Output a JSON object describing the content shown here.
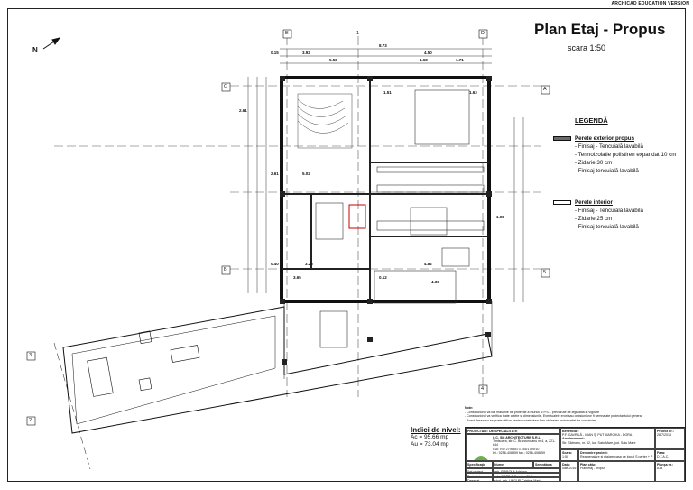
{
  "sheet": {
    "edition": "ARCHICAD EDUCATION VERSION",
    "title": "Plan Etaj - Propus",
    "scale": "scara 1:50"
  },
  "legend": {
    "title": "LEGENDĂ",
    "exterior": {
      "heading": "Perete exterior propus",
      "items": [
        "- Finisaj - Tencuială lavabilă",
        "- Termoizolatie polistiren expandat 10 cm",
        "- Zidarie 30 cm",
        "- Finisaj tencuială lavabilă"
      ]
    },
    "interior": {
      "heading": "Perete interior",
      "items": [
        "- Finisaj - Tencuială lavabilă",
        "- Zidarie 25 cm",
        "- Finisaj tencuială lavabilă"
      ]
    }
  },
  "level": {
    "heading": "Indici de nivel:",
    "ac": "Ac = 95.66 mp",
    "au": "Au = 73.04 mp"
  },
  "notes": {
    "heading": "Note:",
    "lines": [
      "- Constructorul va lua masurile de protectie a muncii si P.S.I. prevazute de legislatia in vigoare",
      "- Constructorul va verifica toate cotele si dimensiunile. Eventualele erori sau omisiuni vor fi semnalate proiectantului general",
      "- Acest desen nu se poate utiliza pentru construirea fara obtinerea autorizatiei de construire"
    ]
  },
  "title_block": {
    "designer_label": "PROIECTANT DE SPECIALITATE",
    "company": "S.C. SM ARCHITECTURE S.R.L.",
    "address": "Timisoara, str. C. Brancoveanu nr.4, a, 221-844",
    "cui": "CUI: RO 27958473",
    "reg": "J35/1739/10",
    "tel": "tel.: 0256-408859",
    "fax": "fax.: 0256-408859",
    "beneficiary_label": "Beneficiar:",
    "beneficiary": "P.F. GAVRILĂ - IOAN ŞI PUT MARCIKA - DORA",
    "location_label": "Amplasament:",
    "location": "Str. Sătmaru, nr. 62, loc. Satu Mare, jud. Satu Mare",
    "project_no_label": "Proiect nr.:",
    "project_no": "28/7/2016",
    "spec_label": "Specificaţie",
    "name_label": "Nume",
    "signature_label": "Semnătura",
    "scale_label": "Scara:",
    "scale_value": "1:50",
    "project_title_label": "Denumire proiect:",
    "project_title": "Reamenajare şi etajare casa de locuit S parter + P",
    "phase_label": "Faza:",
    "phase_value": "D.T.A.C.",
    "chief_label": "Sef proiect",
    "chief_name": "arh. PRIBOLA Adriana",
    "designed_label": "Proiectat",
    "designed_name": "arh. CORB B.Bogdan Ştefan",
    "drawn_label": "Desenat",
    "drawn_name": "stud. arh. UNGUR Cristina Maria",
    "date_label": "Data:",
    "date_value": "iulie 2016",
    "drawing_label": "Plan cătu:",
    "drawing_name": "Plan etaj - propus",
    "sheet_label": "Planşa nr.:",
    "sheet_no": "A14"
  },
  "grid_labels": [
    "E",
    "D",
    "C",
    "B",
    "A",
    "5",
    "4",
    "3",
    "2",
    "1"
  ],
  "dimensions": [
    "8.73",
    "3.92",
    "4.50",
    "0.15",
    "5.58",
    "1.68",
    "1.71",
    "2.61",
    "1.51",
    "5.02",
    "4.30",
    "3.65",
    "0.12",
    "1.08",
    "0.40",
    "2.61",
    "3.25",
    "4.82",
    "1.63"
  ]
}
